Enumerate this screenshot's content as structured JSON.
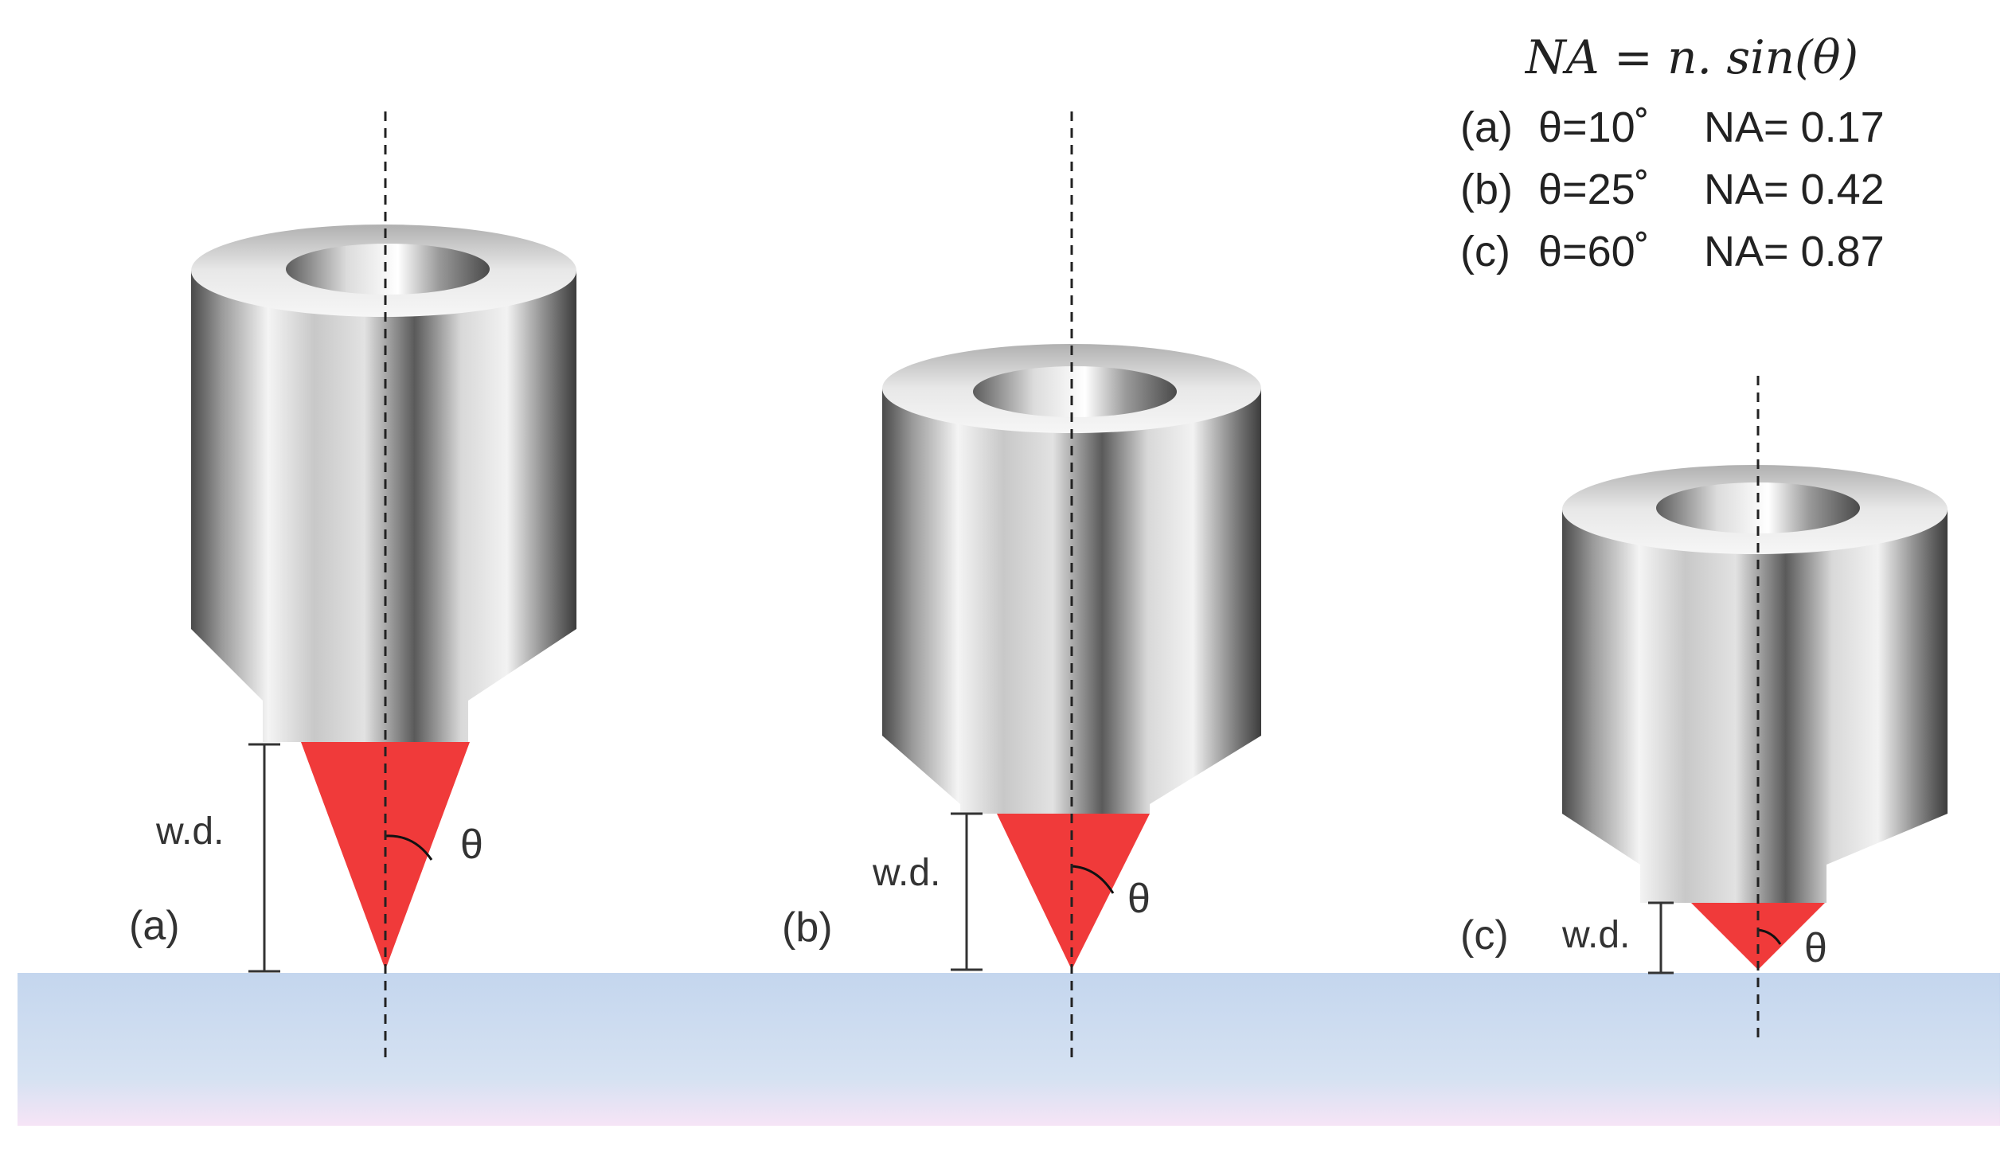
{
  "formula": "NA = n. sin(θ)",
  "legend": [
    {
      "label": "(a)",
      "theta": "θ=10˚",
      "na": "NA= 0.17"
    },
    {
      "label": "(b)",
      "theta": "θ=25˚",
      "na": "NA= 0.42"
    },
    {
      "label": "(c)",
      "theta": "θ=60˚",
      "na": "NA= 0.87"
    }
  ],
  "objectives": [
    {
      "id": "a",
      "label": "(a)",
      "wd_label": "w.d.",
      "angle_label": "θ",
      "theta_deg": 10,
      "na": 0.17
    },
    {
      "id": "b",
      "label": "(b)",
      "wd_label": "w.d.",
      "angle_label": "θ",
      "theta_deg": 25,
      "na": 0.42
    },
    {
      "id": "c",
      "label": "(c)",
      "wd_label": "w.d.",
      "angle_label": "θ",
      "theta_deg": 60,
      "na": 0.87
    }
  ],
  "colors": {
    "light_cone": "#f03a3a",
    "substrate_top": "#c4d6ee",
    "substrate_bottom": "#f6e4f6",
    "line": "#222222"
  }
}
